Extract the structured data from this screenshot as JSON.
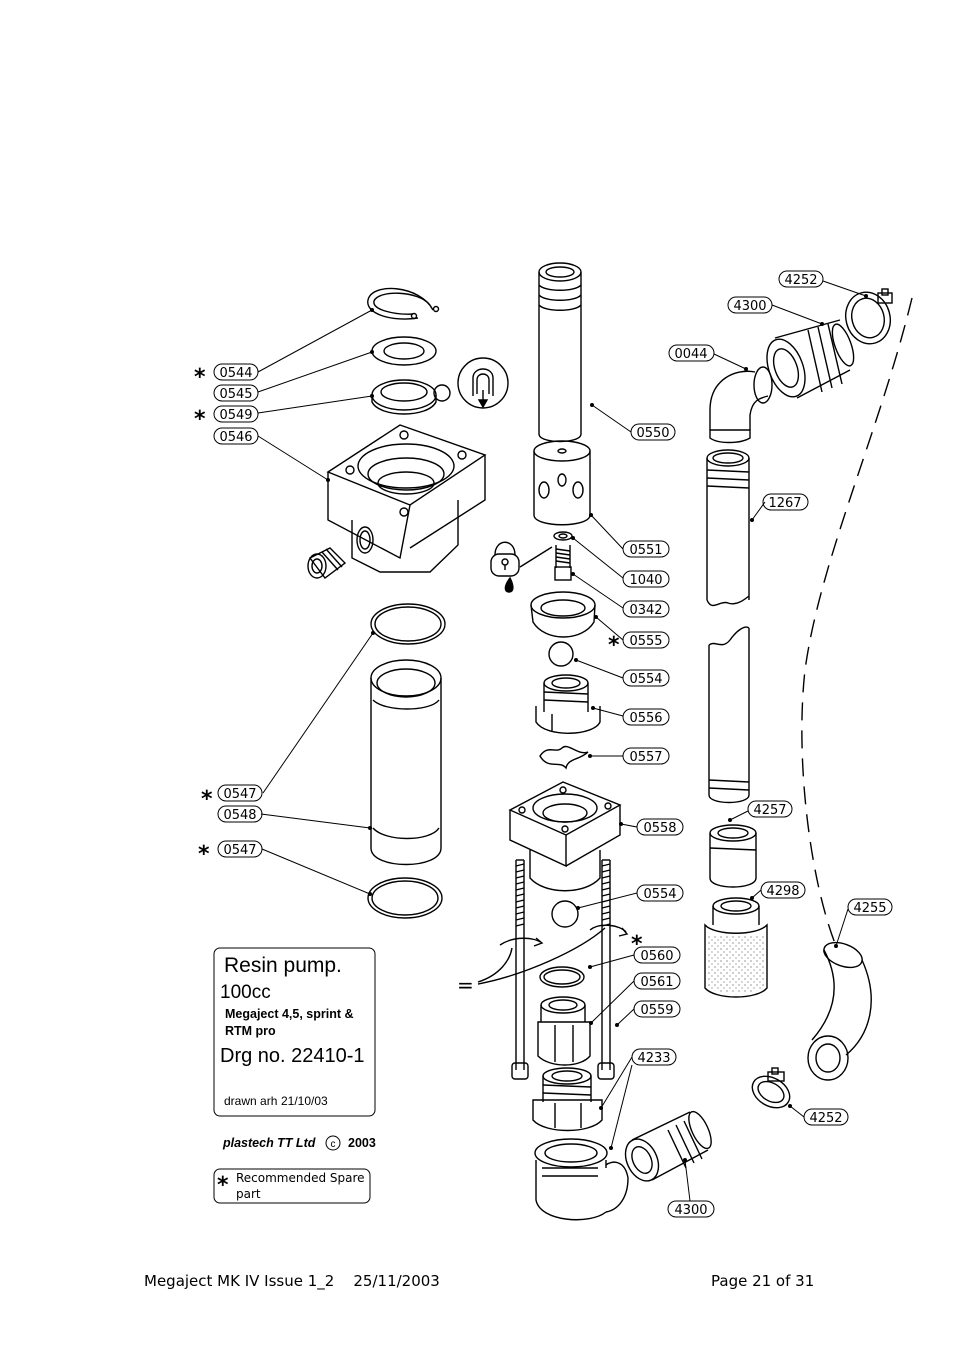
{
  "title_block": {
    "title": "Resin pump.",
    "capacity": "100cc",
    "models_line1": "Megaject 4,5, sprint &",
    "models_line2": "RTM pro",
    "drawing_number": "Drg no. 22410-1",
    "drawn_by": "drawn arh",
    "drawn_date": "21/10/03"
  },
  "company": {
    "name": "plastech TT Ltd",
    "copyright_symbol": "c",
    "year": "2003"
  },
  "legend": {
    "symbol": "*",
    "line1": "Recommended Spare",
    "line2": "part"
  },
  "equals_symbol": "=",
  "parts": {
    "p0544": "0544",
    "p0545": "0545",
    "p0549": "0549",
    "p0546": "0546",
    "p0547_top": "0547",
    "p0548": "0548",
    "p0547_bottom": "0547",
    "p0550": "0550",
    "p0551": "0551",
    "p1040": "1040",
    "p0342": "0342",
    "p0555": "0555",
    "p0554_top": "0554",
    "p0556": "0556",
    "p0557": "0557",
    "p0558": "0558",
    "p0554_bottom": "0554",
    "p0560": "0560",
    "p0561": "0561",
    "p0559": "0559",
    "p4233": "4233",
    "p4300_bottom": "4300",
    "p4252_top": "4252",
    "p4300_top": "4300",
    "p0044": "0044",
    "p1267": "1267",
    "p4257": "4257",
    "p4298": "4298",
    "p4255": "4255",
    "p4252_bottom": "4252"
  },
  "footer": {
    "left": "Megaject MK IV Issue 1_2    25/11/2003",
    "right": "Page 21 of 31"
  }
}
